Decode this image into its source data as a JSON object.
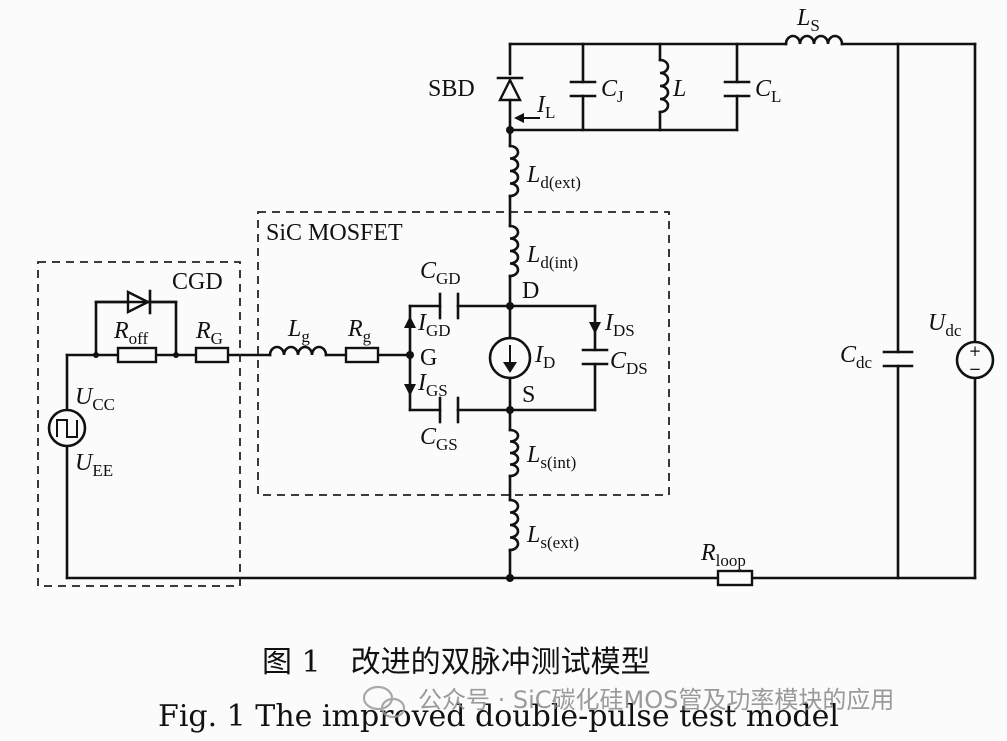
{
  "labels": {
    "sbd": "SBD",
    "cj_main": "C",
    "cj_sub": "J",
    "l_main": "L",
    "cl_main": "C",
    "cl_sub": "L",
    "ls_main": "L",
    "ls_sub": "S",
    "il_main": "I",
    "il_sub": "L",
    "ldext_main": "L",
    "ldext_sub": "d(ext)",
    "ldint_main": "L",
    "ldint_sub": "d(int)",
    "cgd_box": "CGD",
    "mosfet_box": "SiC MOSFET",
    "cgd_main": "C",
    "cgd_sub": "GD",
    "d_node": "D",
    "igd_main": "I",
    "igd_sub": "GD",
    "ids_main": "I",
    "ids_sub": "DS",
    "roff_main": "R",
    "roff_sub": "off",
    "rg_main": "R",
    "rg_sub": "G",
    "lg_main": "L",
    "lg_sub": "g",
    "rgint_main": "R",
    "rgint_sub": "g",
    "g_node": "G",
    "id_main": "I",
    "id_sub": "D",
    "cds_main": "C",
    "cds_sub": "DS",
    "igs_main": "I",
    "igs_sub": "GS",
    "s_node": "S",
    "ucc_main": "U",
    "ucc_sub": "CC",
    "uee_main": "U",
    "uee_sub": "EE",
    "cgs_main": "C",
    "cgs_sub": "GS",
    "lsint_main": "L",
    "lsint_sub": "s(int)",
    "lsext_main": "L",
    "lsext_sub": "s(ext)",
    "cdc_main": "C",
    "cdc_sub": "dc",
    "udc_main": "U",
    "udc_sub": "dc",
    "plus": "+",
    "minus": "−",
    "rloop_main": "R",
    "rloop_sub": "loop"
  },
  "caption": {
    "cn": "图 1　改进的双脉冲测试模型",
    "en": "Fig. 1 The improved double-pulse test model"
  },
  "watermark": "公众号 · SiC碳化硅MOS管及功率模块的应用"
}
